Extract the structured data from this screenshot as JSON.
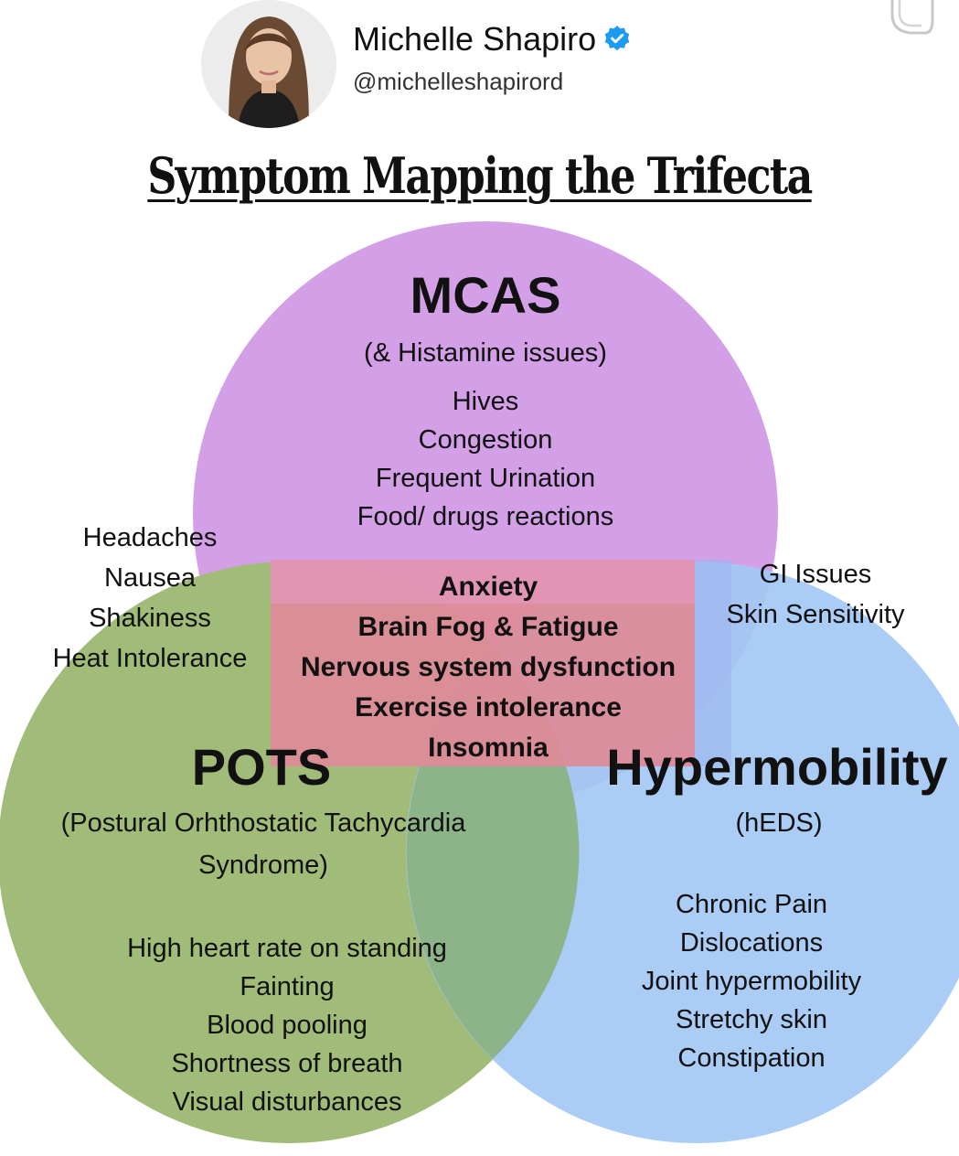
{
  "author": {
    "name": "Michelle Shapiro",
    "handle": "@michelleshapirord",
    "verified_color": "#1d9bf0"
  },
  "title": "Symptom Mapping the Trifecta",
  "venn": {
    "colors": {
      "mcas": "#d39fe6",
      "pots": "#a0bc78",
      "hypermobility": "#a3c8f4",
      "center_box": "#de8a98"
    },
    "mcas": {
      "title": "MCAS",
      "subtitle": "(& Histamine issues)",
      "items": [
        "Hives",
        "Congestion",
        "Frequent Urination",
        "Food/ drugs reactions"
      ]
    },
    "pots": {
      "title": "POTS",
      "subtitle_line1": "(Postural Orhthostatic Tachycardia",
      "subtitle_line2": "Syndrome)",
      "items": [
        "High heart rate on standing",
        "Fainting",
        "Blood pooling",
        "Shortness of breath",
        "Visual disturbances"
      ]
    },
    "hypermobility": {
      "title": "Hypermobility",
      "subtitle": "(hEDS)",
      "items": [
        "Chronic Pain",
        "Dislocations",
        "Joint hypermobility",
        "Stretchy skin",
        "Constipation"
      ]
    },
    "mcas_pots_overlap": [
      "Headaches",
      "Nausea",
      "Shakiness",
      "Heat Intolerance"
    ],
    "mcas_hyper_overlap": [
      "GI Issues",
      "Skin Sensitivity"
    ],
    "center": [
      "Anxiety",
      "Brain Fog & Fatigue",
      "Nervous system dysfunction",
      "Exercise intolerance",
      "Insomnia"
    ]
  }
}
